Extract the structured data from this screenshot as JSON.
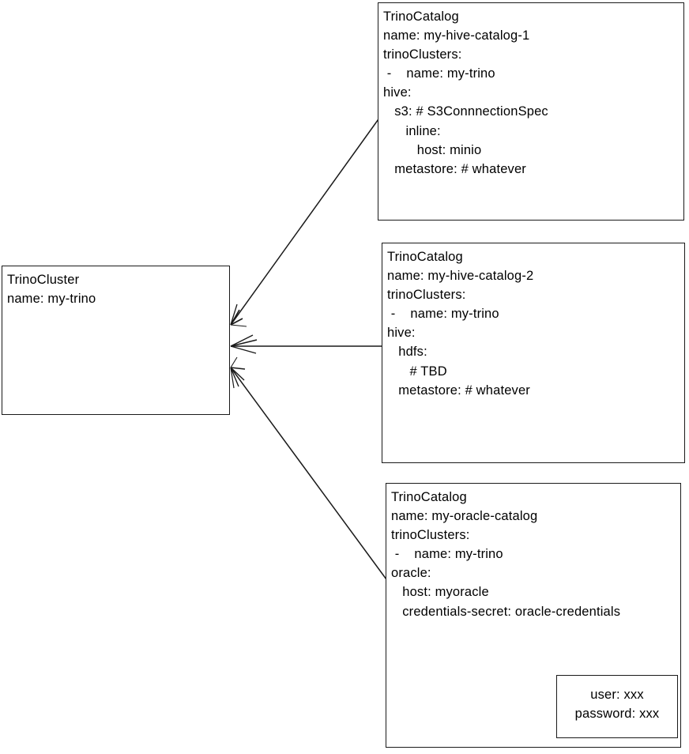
{
  "diagram": {
    "title": "TrinoCluster and TrinoCatalog relationship diagram",
    "stroke_color": "#1a1a1a",
    "background_color": "#ffffff"
  },
  "nodes": {
    "trino_cluster": {
      "kind_label": "TrinoCluster",
      "lines": [
        "TrinoCluster",
        "name: my-trino"
      ]
    },
    "catalog_hive_1": {
      "kind_label": "TrinoCatalog",
      "lines": [
        "TrinoCatalog",
        "name: my-hive-catalog-1",
        "trinoClusters:",
        " -    name: my-trino",
        "hive:",
        "   s3: # S3ConnnectionSpec",
        "      inline:",
        "         host: minio",
        "   metastore: # whatever"
      ]
    },
    "catalog_hive_2": {
      "kind_label": "TrinoCatalog",
      "lines": [
        "TrinoCatalog",
        "name: my-hive-catalog-2",
        "trinoClusters:",
        " -    name: my-trino",
        "hive:",
        "   hdfs:",
        "      # TBD",
        "   metastore: # whatever"
      ]
    },
    "catalog_oracle": {
      "kind_label": "TrinoCatalog",
      "lines": [
        "TrinoCatalog",
        "name: my-oracle-catalog",
        "trinoClusters:",
        " -    name: my-trino",
        "oracle:",
        "   host: myoracle",
        "   credentials-secret: oracle-credentials"
      ]
    },
    "oracle_secret": {
      "lines": [
        "user: xxx",
        "password: xxx"
      ]
    }
  },
  "edges": [
    {
      "name": "catalog-hive-1-to-cluster",
      "from": "catalog_hive_1",
      "to": "trino_cluster",
      "arrow_at": "trino_cluster"
    },
    {
      "name": "catalog-hive-2-to-cluster",
      "from": "catalog_hive_2",
      "to": "trino_cluster",
      "arrow_at": "trino_cluster"
    },
    {
      "name": "catalog-oracle-to-cluster",
      "from": "catalog_oracle",
      "to": "trino_cluster",
      "arrow_at": "trino_cluster"
    },
    {
      "name": "credentials-secret-to-secret-box",
      "from": "catalog_oracle.credentials-secret",
      "to": "oracle_secret",
      "arrow_at": "oracle_secret"
    }
  ]
}
